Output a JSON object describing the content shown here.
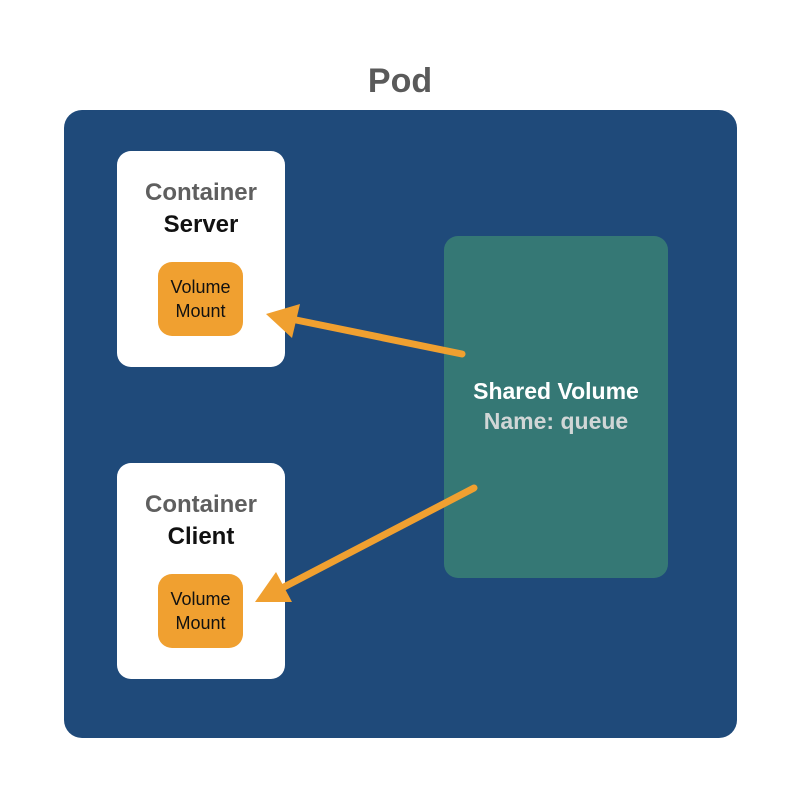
{
  "pod": {
    "title": "Pod",
    "color": "#1f4a7a"
  },
  "containers": [
    {
      "kind": "Container",
      "name": "Server",
      "mount_line1": "Volume",
      "mount_line2": "Mount"
    },
    {
      "kind": "Container",
      "name": "Client",
      "mount_line1": "Volume",
      "mount_line2": "Mount"
    }
  ],
  "shared_volume": {
    "title": "Shared Volume",
    "name": "Name: queue",
    "color": "#357875"
  },
  "colors": {
    "mount": "#f0a030",
    "arrow": "#f0a030",
    "container": "#ffffff"
  }
}
